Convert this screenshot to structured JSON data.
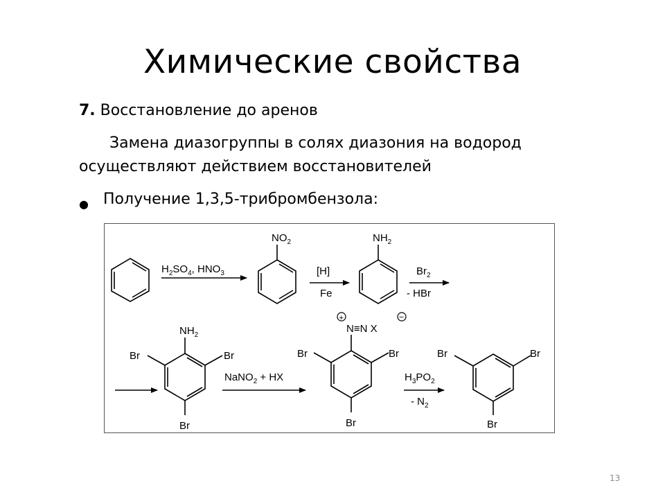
{
  "slide": {
    "title": "Химические свойства",
    "item_number": "7.",
    "item_heading": "Восстановление до аренов",
    "paragraph_line1": "Замена диазогруппы в солях диазония на водород",
    "paragraph_line2": "осуществляют действием восстановителей",
    "bullet": "Получение 1,3,5-трибромбензола:",
    "page_number": "13"
  },
  "scheme": {
    "reagent_nitration": "H2SO4, HNO3",
    "substituent_no2": "NO2",
    "reagent_reduction_top": "[H]",
    "reagent_reduction_bottom": "Fe",
    "substituent_nh2": "NH2",
    "reagent_bromination_top": "Br2",
    "reagent_bromination_bottom": "- HBr",
    "bromo_label": "Br",
    "reagent_diazotization": "NaNO2 + HX",
    "diazonium_group": "N≡N X",
    "plus_sign": "+",
    "minus_sign": "−",
    "reagent_deamination_top": "H3PO2",
    "reagent_deamination_bottom": "- N2"
  }
}
